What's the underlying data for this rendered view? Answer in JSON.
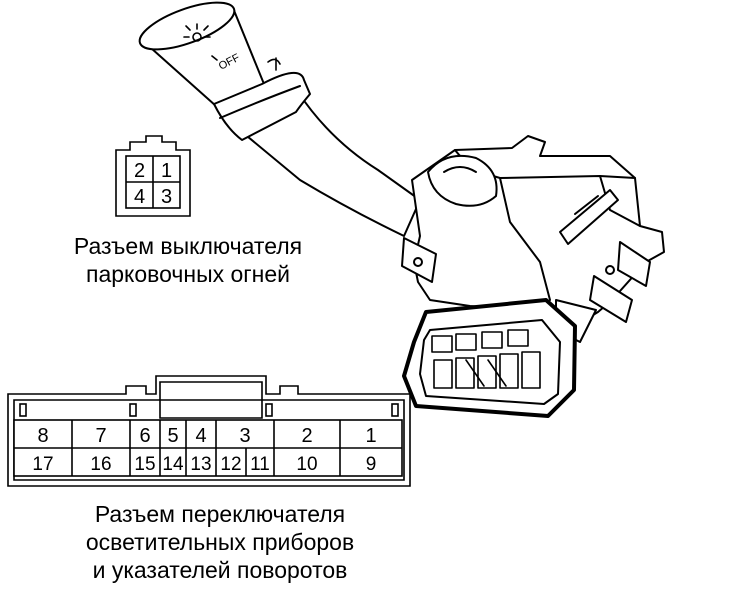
{
  "switch": {
    "off_marking": "OFF"
  },
  "parking_connector": {
    "pins_top": [
      "2",
      "1"
    ],
    "pins_bottom": [
      "4",
      "3"
    ],
    "caption_line1": "Разъем выключателя",
    "caption_line2": "парковочных огней"
  },
  "main_connector": {
    "pins_top": [
      "8",
      "7",
      "6",
      "5",
      "4",
      "3",
      "2",
      "1"
    ],
    "pins_bottom": [
      "17",
      "16",
      "15",
      "14",
      "13",
      "12",
      "11",
      "10",
      "9"
    ],
    "caption_line1": "Разъем переключателя",
    "caption_line2": "осветительных приборов",
    "caption_line3": "и указателей поворотов"
  }
}
